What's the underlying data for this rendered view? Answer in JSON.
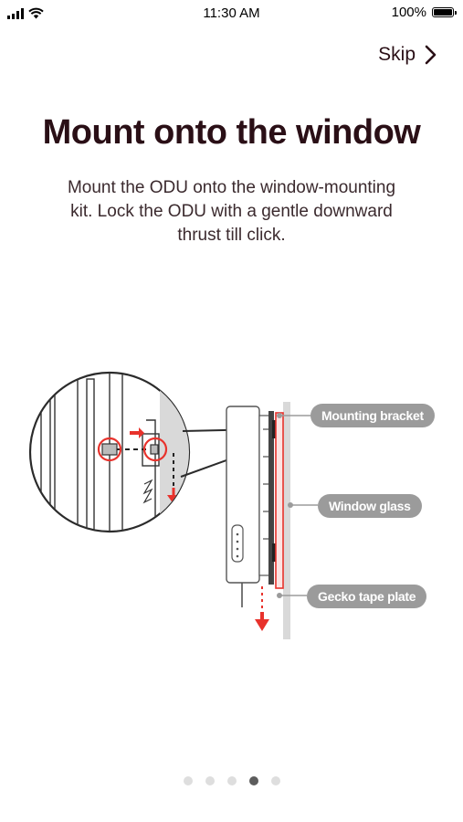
{
  "status_bar": {
    "time": "11:30 AM",
    "battery_percent": "100%",
    "icons": [
      "cellular-signal-icon",
      "wifi-icon",
      "battery-icon"
    ]
  },
  "header": {
    "skip_label": "Skip",
    "skip_icon": "chevron-right-icon"
  },
  "content": {
    "title": "Mount onto the window",
    "description": "Mount the ODU onto the window-mounting kit. Lock the ODU with a gentle downward thrust till click."
  },
  "illustration": {
    "labels": {
      "mounting_bracket": "Mounting bracket",
      "window_glass": "Window glass",
      "gecko_tape_plate": "Gecko tape plate"
    },
    "colors": {
      "accent_red": "#e8322c",
      "label_gray": "#9b9b9b",
      "glass_gray": "#d9d9d9"
    }
  },
  "pagination": {
    "total": 5,
    "active_index": 3
  }
}
